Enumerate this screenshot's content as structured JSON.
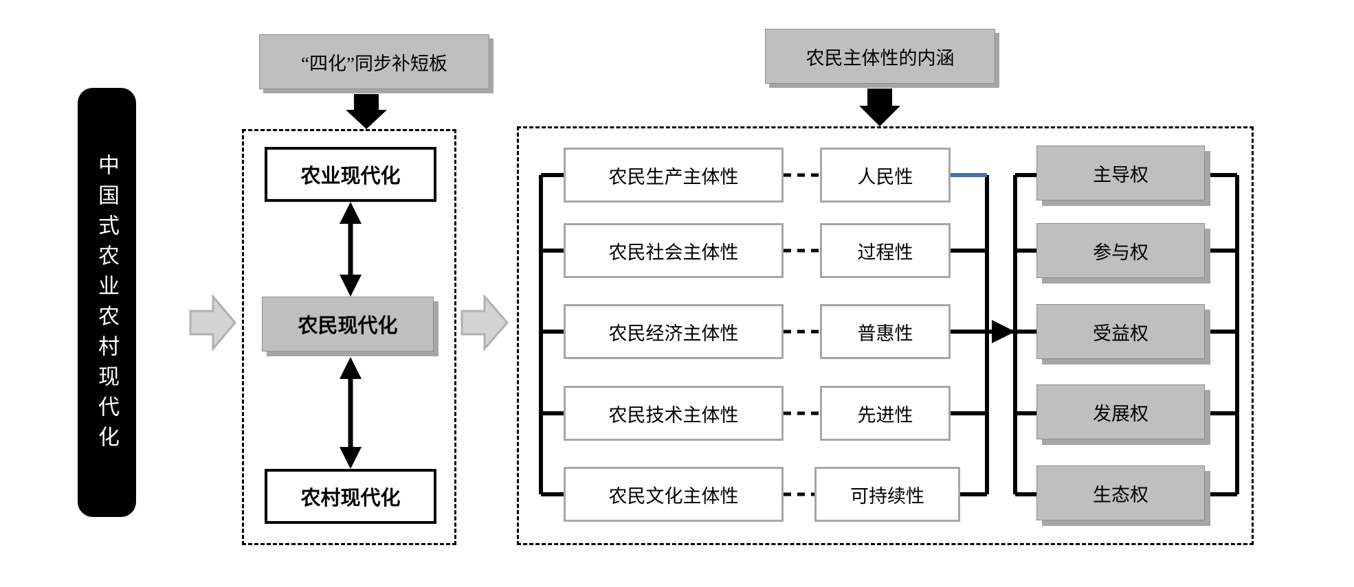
{
  "title": "中国式农业农村现代化框架图",
  "banner": {
    "text": "中国式农业农村现代化"
  },
  "captions": [
    {
      "id": "caption-sihua",
      "text": "“四化”同步补短板"
    },
    {
      "id": "caption-neihan",
      "text": "农民主体性的内涵"
    }
  ],
  "modernization_group": {
    "boxes": [
      {
        "id": "box-agriculture",
        "text": "农业现代化",
        "style": "white-strong"
      },
      {
        "id": "box-farmer",
        "text": "农民现代化",
        "style": "gray-strong"
      },
      {
        "id": "box-village",
        "text": "农村现代化",
        "style": "white-strong"
      }
    ]
  },
  "subjectivity_group": {
    "subjectivity": [
      {
        "id": "subj-production",
        "text": "农民生产主体性"
      },
      {
        "id": "subj-social",
        "text": "农民社会主体性"
      },
      {
        "id": "subj-economic",
        "text": "农民经济主体性"
      },
      {
        "id": "subj-technical",
        "text": "农民技术主体性"
      },
      {
        "id": "subj-cultural",
        "text": "农民文化主体性"
      }
    ],
    "attributes": [
      {
        "id": "attr-people",
        "text": "人民性"
      },
      {
        "id": "attr-process",
        "text": "过程性"
      },
      {
        "id": "attr-inclusive",
        "text": "普惠性"
      },
      {
        "id": "attr-advanced",
        "text": "先进性"
      },
      {
        "id": "attr-sustainable",
        "text": "可持续性"
      }
    ],
    "rights": [
      {
        "id": "right-leadership",
        "text": "主导权"
      },
      {
        "id": "right-participation",
        "text": "参与权"
      },
      {
        "id": "right-benefit",
        "text": "受益权"
      },
      {
        "id": "right-development",
        "text": "发展权"
      },
      {
        "id": "right-ecology",
        "text": "生态权"
      }
    ]
  },
  "colors": {
    "banner_bg": "#000000",
    "banner_text": "#ffffff",
    "caption_fill": "#bfbfbf",
    "caption_shadow": "#a6a6a6",
    "gray_box_fill": "#bfbfbf",
    "light_box_border": "#a6a6a6",
    "line": "#000000",
    "blue_segment": "#4472a8",
    "block_arrow_fill": "#d0d0d0"
  }
}
